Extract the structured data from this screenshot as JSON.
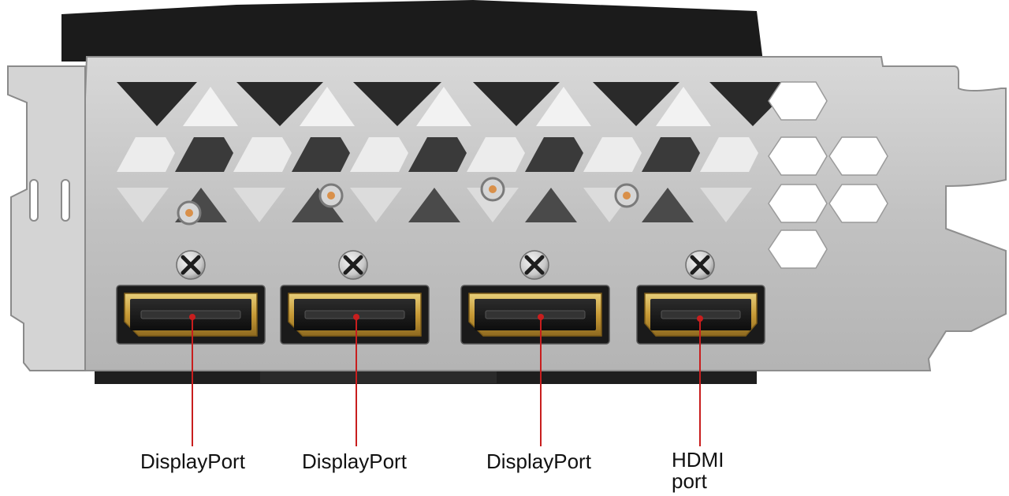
{
  "labels": {
    "dp1": "DisplayPort",
    "dp2": "DisplayPort",
    "dp3": "DisplayPort",
    "hdmi_line1": "HDMI",
    "hdmi_line2": "port"
  },
  "colors": {
    "bracket": "#c4c4c4",
    "bracket_edge": "#8e8e8e",
    "port_gold": "#cfa84a",
    "port_inner": "#151515",
    "callout_line": "#c81e1e",
    "shroud": "#1a1a1a"
  },
  "icons": [
    "screw-icon",
    "displayport-connector",
    "hdmi-connector"
  ]
}
